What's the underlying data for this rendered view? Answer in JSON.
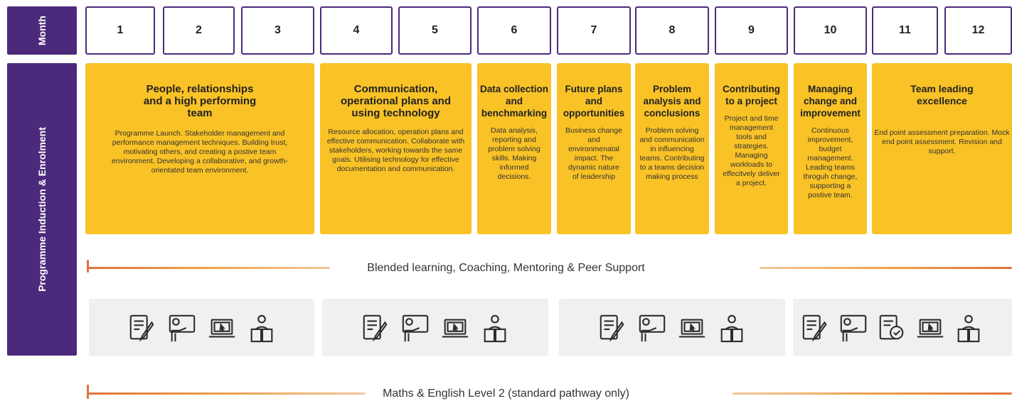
{
  "side": {
    "month_label": "Month",
    "programme_label": "Programme Induction & Enrolment"
  },
  "months": [
    "1",
    "2",
    "3",
    "4",
    "5",
    "6",
    "7",
    "8",
    "9",
    "10",
    "11",
    "12"
  ],
  "modules": [
    {
      "title": "People, relationships and a high performing team",
      "desc": "Programme Launch. Stakeholder management and performance management techniques. Building trust, motivating others, and creating a postive team environment. Developing a collaborative, and growth-orientated team environment."
    },
    {
      "title": "Communication, operational plans and using technology",
      "desc": "Resource allocation, operation plans and effective communication. Collaborate with stakeholders, working towards the same goals. Utilising technology for effective documentation and communication."
    },
    {
      "title": "Data collection and benchmarking",
      "desc": "Data analysis, reporting and problem solving skills. Making informed decisions."
    },
    {
      "title": "Future plans and opportunities",
      "desc": "Business change and environmenatal impact. The dynamic nature of leadership"
    },
    {
      "title": "Problem analysis and conclusions",
      "desc": "Problem solving and communication in influencing teams. Contributing to a teams decision making process"
    },
    {
      "title": "Contributing to a project",
      "desc": "Project and time management tools and strategies. Managing workloads to effecitvely deliver a project."
    },
    {
      "title": "Managing change and improvement",
      "desc": "Continuous improvement, budget management. Leading teams throguh change, supporting a postive team."
    },
    {
      "title": "Team leading excellence",
      "desc": "End point assessment preparation. Mock end point assessment. Revision and support."
    }
  ],
  "bands": {
    "blended": "Blended learning, Coaching, Mentoring & Peer Support",
    "maths": "Maths & English Level 2 (standard pathway only)"
  },
  "icon_groups": [
    [
      "document-pen-icon",
      "presenter-icon",
      "laptop-cursor-icon",
      "reader-icon"
    ],
    [
      "document-pen-icon",
      "presenter-icon",
      "laptop-cursor-icon",
      "reader-icon"
    ],
    [
      "document-pen-icon",
      "presenter-icon",
      "laptop-cursor-icon",
      "reader-icon"
    ],
    [
      "document-pen-icon",
      "presenter-icon",
      "document-check-icon",
      "laptop-cursor-icon",
      "reader-icon"
    ]
  ],
  "colors": {
    "purple": "#4b2a7b",
    "yellow": "#f9c226",
    "orange": "#e2743a",
    "panel": "#eef0f2"
  }
}
